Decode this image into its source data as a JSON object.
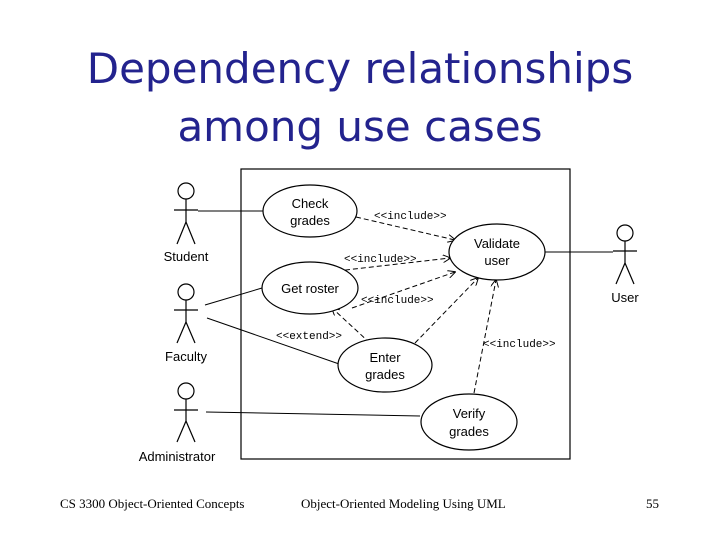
{
  "slide": {
    "title_line1": "Dependency relationships",
    "title_line2": "among use cases",
    "footer_left": "CS 3300 Object-Oriented Concepts",
    "footer_center": "Object-Oriented Modeling Using UML",
    "page_number": "55"
  },
  "diagram": {
    "actors": {
      "student": "Student",
      "faculty": "Faculty",
      "administrator": "Administrator",
      "user": "User"
    },
    "use_cases": {
      "check_grades_1": "Check",
      "check_grades_2": "grades",
      "validate_user_1": "Validate",
      "validate_user_2": "user",
      "get_roster": "Get roster",
      "enter_grades_1": "Enter",
      "enter_grades_2": "grades",
      "verify_grades_1": "Verify",
      "verify_grades_2": "grades"
    },
    "relationships": {
      "check_validate": "<<include>>",
      "roster_validate_upper": "<<include>>",
      "roster_validate_lower": "<<include>>",
      "enter_roster_extend": "<<extend>>",
      "verify_validate": "<<include>>"
    }
  }
}
